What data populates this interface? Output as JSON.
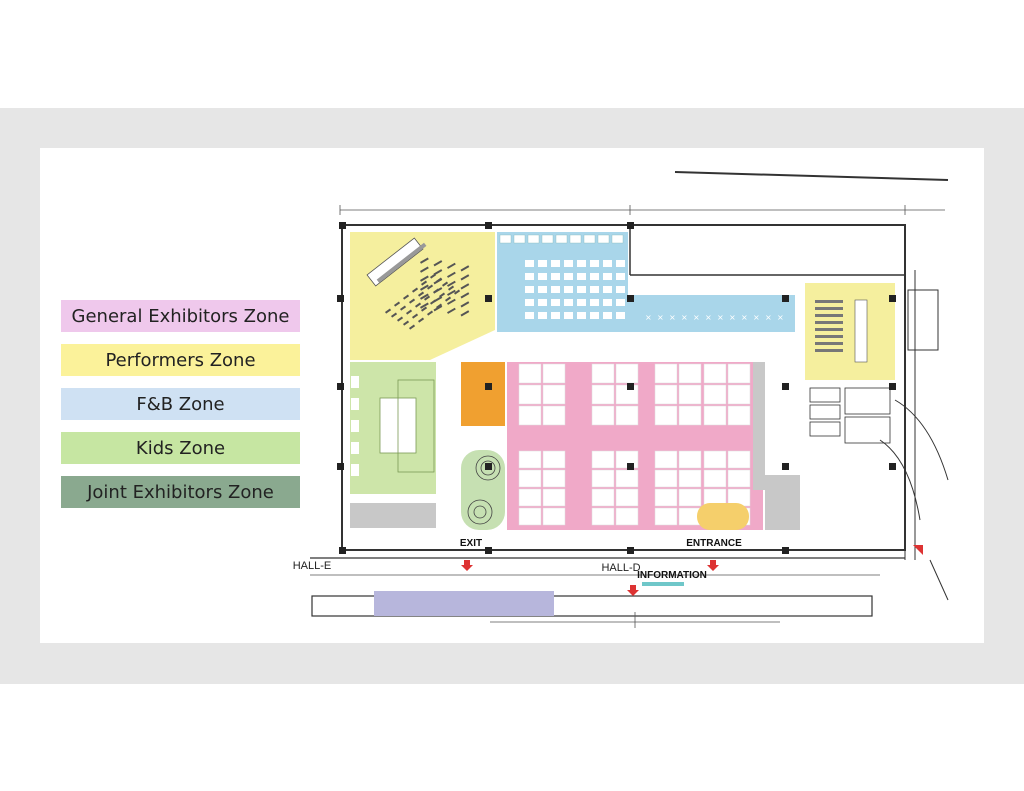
{
  "legend": [
    {
      "label": "General Exhibitors Zone",
      "color": "#efc8ec"
    },
    {
      "label": "Performers Zone",
      "color": "#fbf29a"
    },
    {
      "label": "F&B Zone",
      "color": "#cfe1f3"
    },
    {
      "label": "Kids Zone",
      "color": "#c6e6a2"
    },
    {
      "label": "Joint Exhibitors Zone",
      "color": "#8aa98f"
    }
  ],
  "map": {
    "labels": {
      "hall_e": "HALL-E",
      "hall_d": "HALL-D",
      "exit": "EXIT",
      "entrance": "ENTRANCE",
      "information": "INFORMATION"
    },
    "colors": {
      "exhibitors": "#f0a9c8",
      "performers": "#f5ef9e",
      "fnb": "#a9d6ea",
      "kids": "#cde5a9",
      "orange_booth": "#f0a030",
      "stage_yellow": "#f5cf6b",
      "joint_purple": "#b7b6dc",
      "gray_block": "#c8c8c8"
    }
  }
}
